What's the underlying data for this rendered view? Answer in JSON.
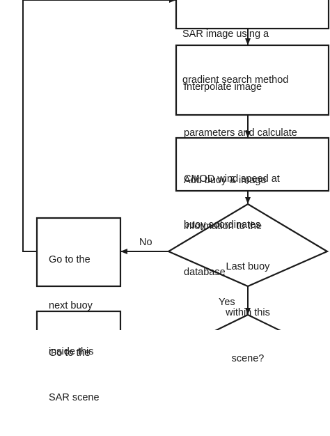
{
  "flowchart": {
    "box_gradient_search": {
      "lines": [
        "SAR image using a",
        "gradient search method"
      ]
    },
    "box_interpolate": {
      "lines": [
        "Interpolate image",
        "parameters and calculate",
        "CMOD wind speed at",
        "buoy coordinates"
      ]
    },
    "box_add_buoy": {
      "lines": [
        "Add buoy & image",
        "information to the",
        "database"
      ]
    },
    "box_next_buoy": {
      "lines": [
        "Go to the",
        "next buoy",
        "inside this",
        "SAR scene"
      ]
    },
    "decision_last_buoy": {
      "lines": [
        "Last buoy",
        "within this",
        "scene?"
      ]
    },
    "box_go_to_bottom": {
      "lines": [
        "Go to the"
      ]
    },
    "edge_labels": {
      "no": "No",
      "yes": "Yes"
    }
  }
}
